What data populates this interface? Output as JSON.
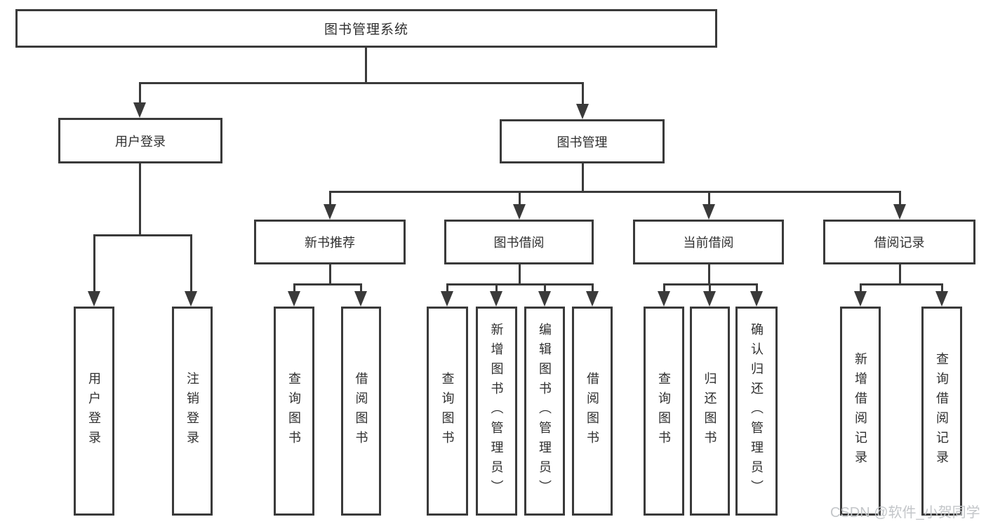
{
  "tree": {
    "root": {
      "label": "图书管理系统",
      "children": [
        {
          "label": "用户登录",
          "children": [
            {
              "label": "用户登录"
            },
            {
              "label": "注销登录"
            }
          ]
        },
        {
          "label": "图书管理",
          "children": [
            {
              "label": "新书推荐",
              "children": [
                {
                  "label": "查询图书"
                },
                {
                  "label": "借阅图书"
                }
              ]
            },
            {
              "label": "图书借阅",
              "children": [
                {
                  "label": "查询图书"
                },
                {
                  "label": "新增图书（管理员）"
                },
                {
                  "label": "编辑图书（管理员）"
                },
                {
                  "label": "借阅图书"
                }
              ]
            },
            {
              "label": "当前借阅",
              "children": [
                {
                  "label": "查询图书"
                },
                {
                  "label": "归还图书"
                },
                {
                  "label": "确认归还（管理员）"
                }
              ]
            },
            {
              "label": "借阅记录",
              "children": [
                {
                  "label": "新增借阅记录"
                },
                {
                  "label": "查询借阅记录"
                }
              ]
            }
          ]
        }
      ]
    }
  },
  "watermark": {
    "text": "CSDN @软件_小贺同学"
  },
  "colors": {
    "line": "#3a3a3a",
    "text": "#2f2f2f",
    "box_background": "#ffffff",
    "background": "#ffffff",
    "watermark": "#c3c6c9"
  }
}
